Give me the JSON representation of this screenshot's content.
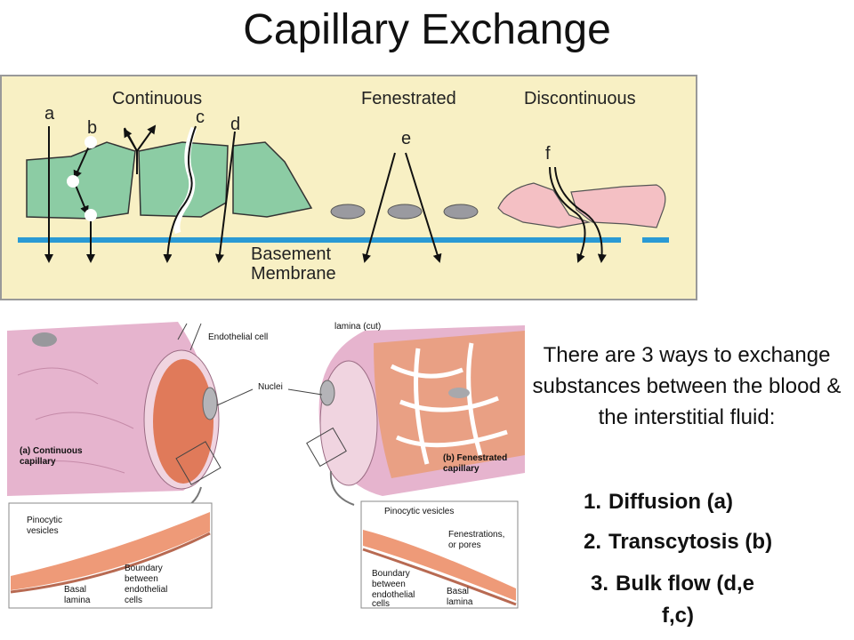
{
  "title": "Capillary Exchange",
  "top_diagram": {
    "labels": {
      "continuous": "Continuous",
      "fenestrated": "Fenestrated",
      "discontinuous": "Discontinuous",
      "basement_membrane_line1": "Basement",
      "basement_membrane_line2": "Membrane"
    },
    "letters": [
      "a",
      "b",
      "c",
      "d",
      "e",
      "f"
    ]
  },
  "bottom_diagram": {
    "left": {
      "caption_line1": "(a) Continuous",
      "caption_line2": "capillary",
      "label_endothelial": "Endothelial cell",
      "label_nuclei": "Nuclei",
      "inset_pinocytic_line1": "Pinocytic",
      "inset_pinocytic_line2": "vesicles",
      "inset_boundary_line1": "Boundary",
      "inset_boundary_line2": "between",
      "inset_boundary_line3": "endothelial",
      "inset_boundary_line4": "cells",
      "inset_basal_line1": "Basal",
      "inset_basal_line2": "lamina"
    },
    "right": {
      "label_lamina_cut": "lamina (cut)",
      "caption_line1": "(b) Fenestrated",
      "caption_line2": "capillary",
      "inset_pinocytic": "Pinocytic vesicles",
      "inset_fenestrations_line1": "Fenestrations,",
      "inset_fenestrations_line2": "or pores",
      "inset_boundary_line1": "Boundary",
      "inset_boundary_line2": "between",
      "inset_boundary_line3": "endothelial",
      "inset_boundary_line4": "cells",
      "inset_basal_line1": "Basal",
      "inset_basal_line2": "lamina"
    }
  },
  "intro_text": "There are 3 ways to exchange substances between the blood & the interstitial fluid:",
  "list": [
    {
      "number": "1.",
      "text": "Diffusion (a)"
    },
    {
      "number": "2.",
      "text": "Transcytosis (b)"
    },
    {
      "number": "3.",
      "text": "Bulk flow (d,e"
    },
    {
      "number": "",
      "text": "f,c)"
    }
  ],
  "colors": {
    "panel_bg": "#f8f0c4",
    "cell_green": "#8ccca4",
    "membrane_blue": "#2a9ad4",
    "pink_cell": "#f4c0c4",
    "vessel_pink": "#e6b4ce",
    "lumen": "#e07a5a",
    "nucleus_gray": "#98989c"
  }
}
